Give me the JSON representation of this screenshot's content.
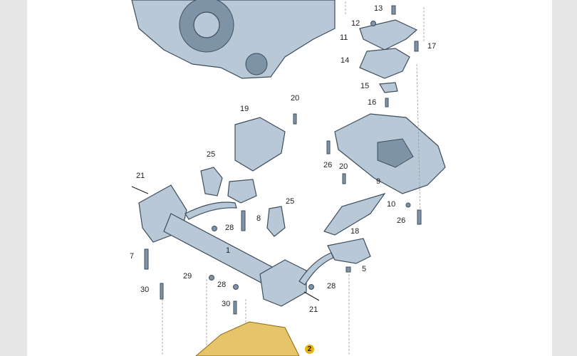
{
  "diagram": {
    "labels": [
      {
        "id": "13",
        "text": "13"
      },
      {
        "id": "12",
        "text": "12"
      },
      {
        "id": "11",
        "text": "11"
      },
      {
        "id": "17",
        "text": "17"
      },
      {
        "id": "14",
        "text": "14"
      },
      {
        "id": "15",
        "text": "15"
      },
      {
        "id": "16",
        "text": "16"
      },
      {
        "id": "19",
        "text": "19"
      },
      {
        "id": "20a",
        "text": "20"
      },
      {
        "id": "25a",
        "text": "25"
      },
      {
        "id": "26a",
        "text": "26"
      },
      {
        "id": "20b",
        "text": "20"
      },
      {
        "id": "9",
        "text": "9"
      },
      {
        "id": "21a",
        "text": "21"
      },
      {
        "id": "25b",
        "text": "25"
      },
      {
        "id": "10",
        "text": "10"
      },
      {
        "id": "26b",
        "text": "26"
      },
      {
        "id": "8",
        "text": "8"
      },
      {
        "id": "28a",
        "text": "28"
      },
      {
        "id": "18",
        "text": "18"
      },
      {
        "id": "1",
        "text": "1"
      },
      {
        "id": "7",
        "text": "7"
      },
      {
        "id": "5",
        "text": "5"
      },
      {
        "id": "29",
        "text": "29"
      },
      {
        "id": "28b",
        "text": "28"
      },
      {
        "id": "28c",
        "text": "28"
      },
      {
        "id": "30a",
        "text": "30"
      },
      {
        "id": "30b",
        "text": "30"
      },
      {
        "id": "21b",
        "text": "21"
      },
      {
        "id": "2",
        "text": "2"
      }
    ],
    "colors": {
      "part": "#b9c8d6",
      "highlight": "#e8b400",
      "background": "#ffffff",
      "margin": "#e6e6e6"
    }
  }
}
